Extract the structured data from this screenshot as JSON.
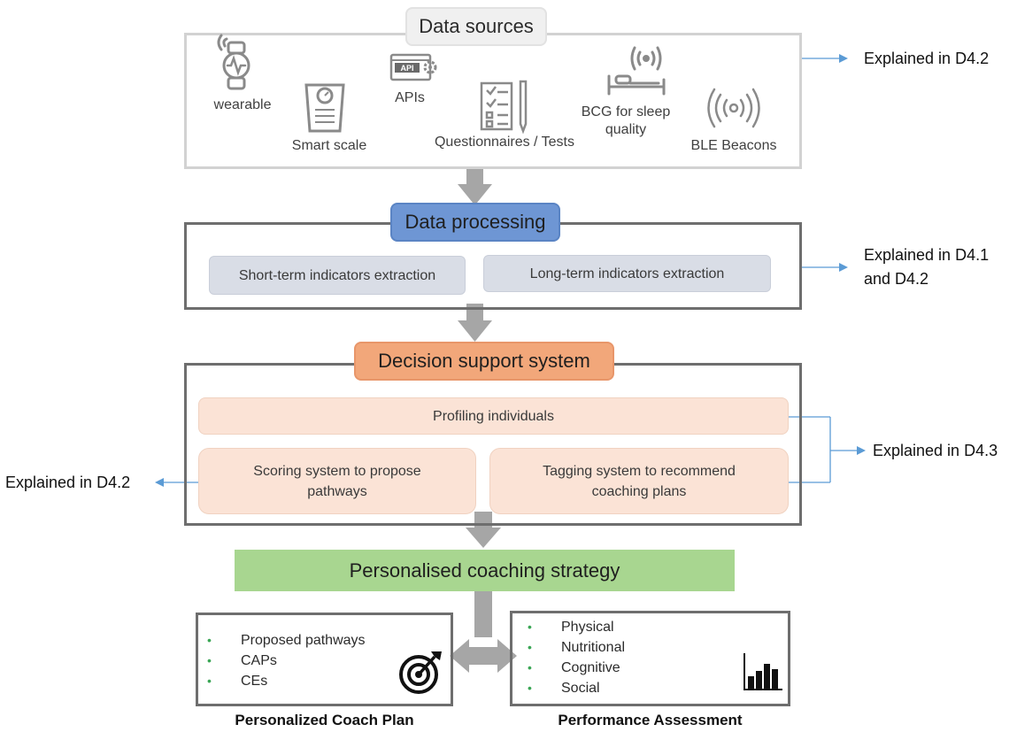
{
  "data_sources": {
    "title": "Data sources",
    "items": {
      "wearable": "wearable",
      "smart_scale": "Smart scale",
      "apis": "APIs",
      "api_badge": "API",
      "questionnaires": "Questionnaires / Tests",
      "bcg": "BCG for sleep quality",
      "ble": "BLE Beacons"
    },
    "note": "Explained in D4.2"
  },
  "data_processing": {
    "title": "Data processing",
    "short_term": "Short-term indicators extraction",
    "long_term": "Long-term indicators extraction",
    "note": "Explained in D4.1 and D4.2"
  },
  "decision_support": {
    "title": "Decision support system",
    "profiling": "Profiling individuals",
    "scoring": "Scoring system to propose pathways",
    "tagging": "Tagging system to recommend coaching plans",
    "note_left": "Explained in D4.2",
    "note_right": "Explained in D4.3"
  },
  "strategy": {
    "title": "Personalised coaching strategy"
  },
  "coach_plan": {
    "items": [
      "Proposed pathways",
      "CAPs",
      "CEs"
    ],
    "caption": "Personalized Coach Plan"
  },
  "assessment": {
    "items": [
      "Physical",
      "Nutritional",
      "Cognitive",
      "Social"
    ],
    "caption": "Performance Assessment"
  },
  "colors": {
    "processing_header": "#6e96d4",
    "decision_header": "#f2a77a",
    "strategy_bar": "#a8d690",
    "blue_pill": "#d9dde6",
    "peach_pill": "#fbe3d6",
    "arrow_gray": "#a6a6a6",
    "note_arrow": "#5b9bd5"
  }
}
